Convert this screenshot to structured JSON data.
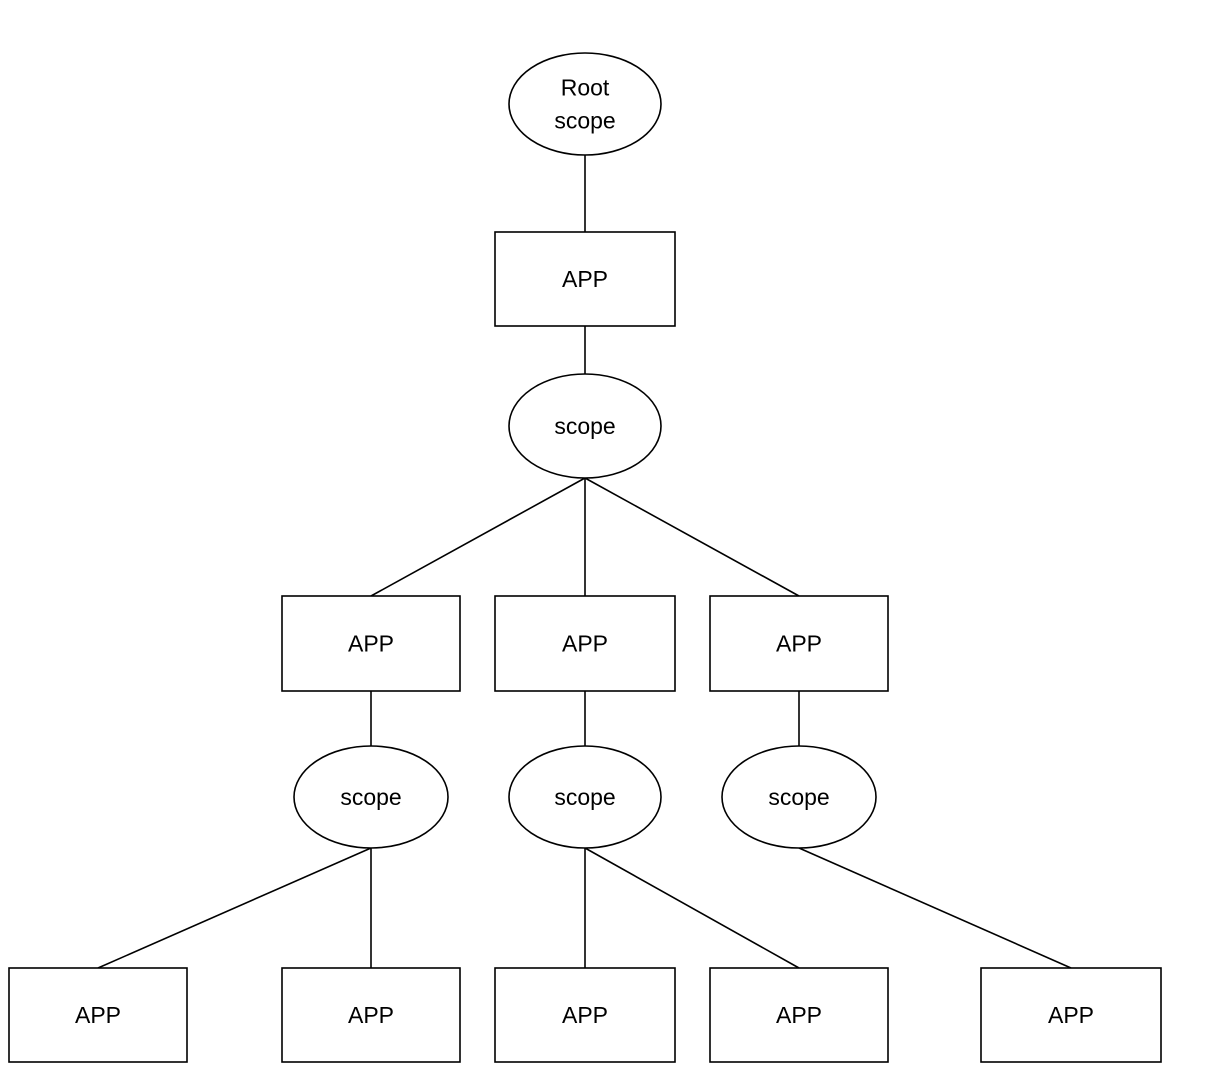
{
  "diagram": {
    "nodes": [
      {
        "id": "root-scope",
        "shape": "ellipse",
        "lines": [
          "Root",
          "scope"
        ]
      },
      {
        "id": "app-1",
        "shape": "rect",
        "lines": [
          "APP"
        ]
      },
      {
        "id": "scope-1",
        "shape": "ellipse",
        "lines": [
          "scope"
        ]
      },
      {
        "id": "app-2a",
        "shape": "rect",
        "lines": [
          "APP"
        ]
      },
      {
        "id": "app-2b",
        "shape": "rect",
        "lines": [
          "APP"
        ]
      },
      {
        "id": "app-2c",
        "shape": "rect",
        "lines": [
          "APP"
        ]
      },
      {
        "id": "scope-2a",
        "shape": "ellipse",
        "lines": [
          "scope"
        ]
      },
      {
        "id": "scope-2b",
        "shape": "ellipse",
        "lines": [
          "scope"
        ]
      },
      {
        "id": "scope-2c",
        "shape": "ellipse",
        "lines": [
          "scope"
        ]
      },
      {
        "id": "app-3a",
        "shape": "rect",
        "lines": [
          "APP"
        ]
      },
      {
        "id": "app-3b",
        "shape": "rect",
        "lines": [
          "APP"
        ]
      },
      {
        "id": "app-3c",
        "shape": "rect",
        "lines": [
          "APP"
        ]
      },
      {
        "id": "app-3d",
        "shape": "rect",
        "lines": [
          "APP"
        ]
      },
      {
        "id": "app-3e",
        "shape": "rect",
        "lines": [
          "APP"
        ]
      }
    ],
    "edges": [
      {
        "from": "root-scope",
        "to": "app-1"
      },
      {
        "from": "app-1",
        "to": "scope-1"
      },
      {
        "from": "scope-1",
        "to": "app-2a"
      },
      {
        "from": "scope-1",
        "to": "app-2b"
      },
      {
        "from": "scope-1",
        "to": "app-2c"
      },
      {
        "from": "app-2a",
        "to": "scope-2a"
      },
      {
        "from": "app-2b",
        "to": "scope-2b"
      },
      {
        "from": "app-2c",
        "to": "scope-2c"
      },
      {
        "from": "scope-2a",
        "to": "app-3a"
      },
      {
        "from": "scope-2a",
        "to": "app-3b"
      },
      {
        "from": "scope-2b",
        "to": "app-3c"
      },
      {
        "from": "scope-2b",
        "to": "app-3d"
      },
      {
        "from": "scope-2c",
        "to": "app-3e"
      }
    ]
  }
}
